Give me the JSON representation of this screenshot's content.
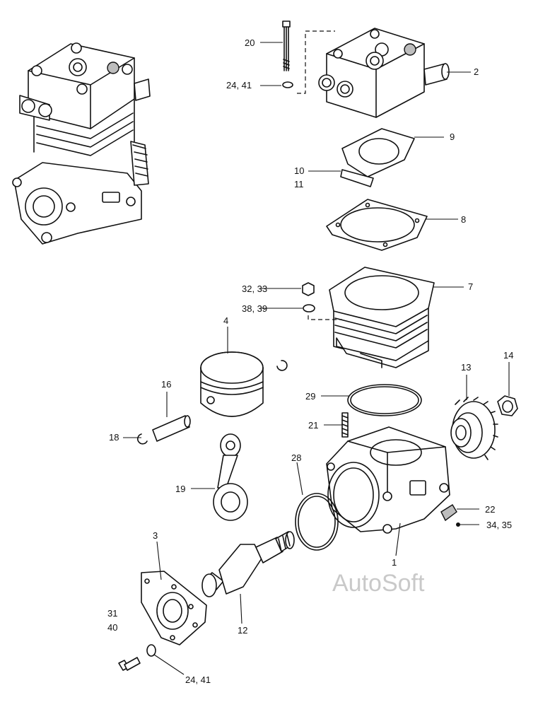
{
  "watermark": "AutoSoft",
  "callouts": [
    {
      "id": "c20",
      "text": "20"
    },
    {
      "id": "c24a",
      "text": "24, 41"
    },
    {
      "id": "c2",
      "text": "2"
    },
    {
      "id": "c9",
      "text": "9"
    },
    {
      "id": "c10",
      "text": "10"
    },
    {
      "id": "c11",
      "text": "11"
    },
    {
      "id": "c8",
      "text": "8"
    },
    {
      "id": "c32",
      "text": "32, 33"
    },
    {
      "id": "c38",
      "text": "38, 39"
    },
    {
      "id": "c7",
      "text": "7"
    },
    {
      "id": "c4",
      "text": "4"
    },
    {
      "id": "c16",
      "text": "16"
    },
    {
      "id": "c13",
      "text": "13"
    },
    {
      "id": "c14",
      "text": "14"
    },
    {
      "id": "c29",
      "text": "29"
    },
    {
      "id": "c21",
      "text": "21"
    },
    {
      "id": "c18",
      "text": "18"
    },
    {
      "id": "c28",
      "text": "28"
    },
    {
      "id": "c19",
      "text": "19"
    },
    {
      "id": "c22",
      "text": "22"
    },
    {
      "id": "c34",
      "text": "34, 35"
    },
    {
      "id": "c1",
      "text": "1"
    },
    {
      "id": "c3",
      "text": "3"
    },
    {
      "id": "c31",
      "text": "31"
    },
    {
      "id": "c40",
      "text": "40"
    },
    {
      "id": "c12",
      "text": "12"
    },
    {
      "id": "c24b",
      "text": "24, 41"
    }
  ]
}
